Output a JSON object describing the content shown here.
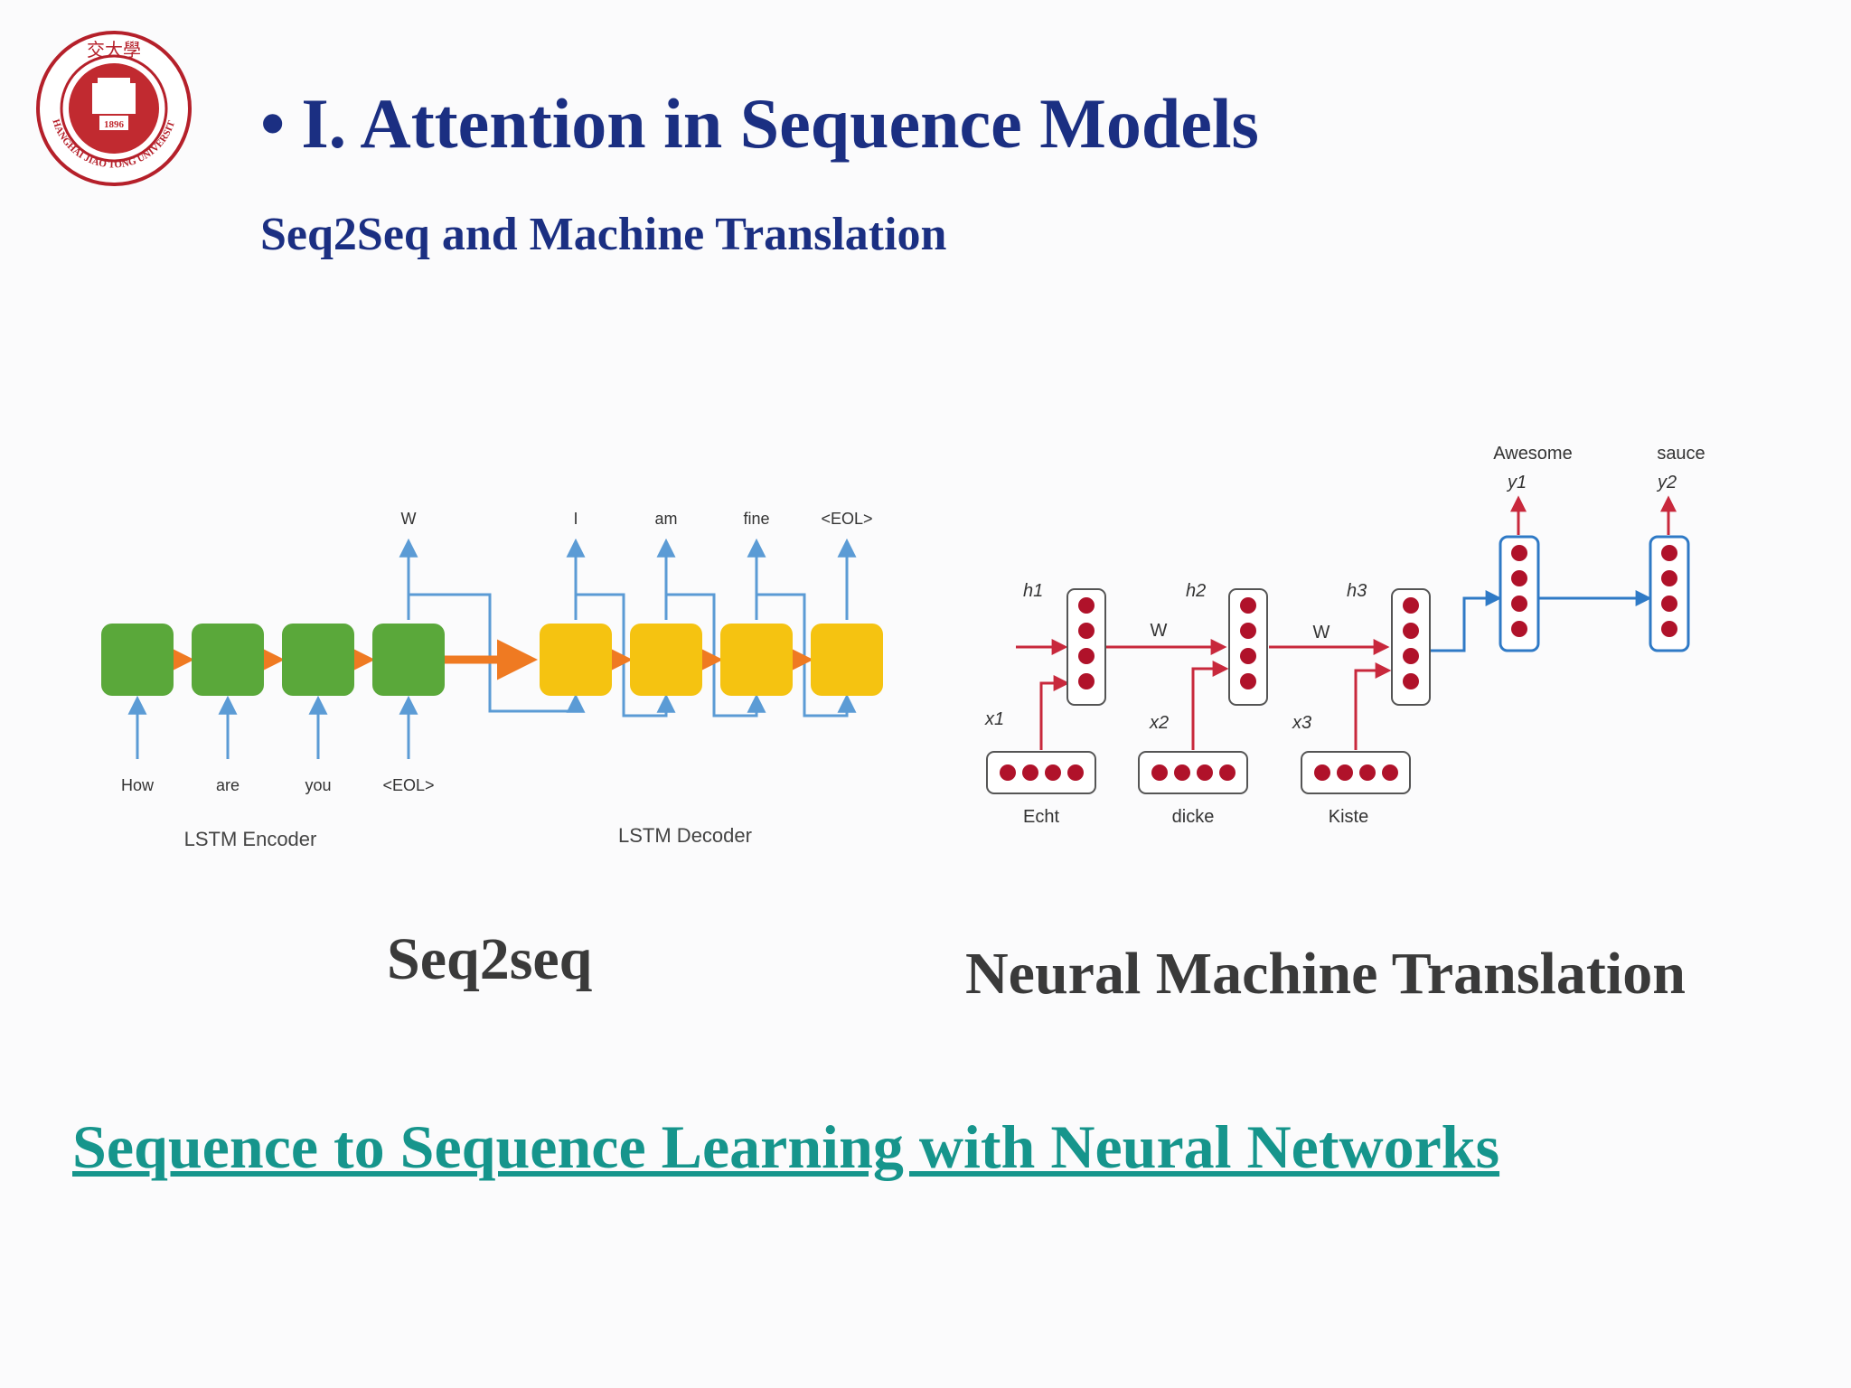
{
  "logo": {
    "ring_text": "SHANGHAI JIAO TONG UNIVERSITY",
    "chinese_text": "交大學",
    "year": "1896"
  },
  "slide": {
    "bullet": "•",
    "title": "I. Attention in Sequence Models",
    "subtitle": "Seq2Seq and Machine Translation"
  },
  "seq2seq": {
    "encoder_inputs": [
      "How",
      "are",
      "you",
      "<EOL>"
    ],
    "encoder_output": "W",
    "decoder_outputs": [
      "I",
      "am",
      "fine",
      "<EOL>"
    ],
    "encoder_label": "LSTM Encoder",
    "decoder_label": "LSTM Decoder",
    "caption": "Seq2seq",
    "colors": {
      "encoder": "#5aa83a",
      "decoder": "#f5c311",
      "arrow": "#ef7a22",
      "line": "#5b9bd5"
    }
  },
  "nmt": {
    "hidden_labels": [
      "h1",
      "h2",
      "h3"
    ],
    "input_labels": [
      "x1",
      "x2",
      "x3"
    ],
    "output_labels": [
      "y1",
      "y2"
    ],
    "weight_labels": [
      "W",
      "W"
    ],
    "source_words": [
      "Echt",
      "dicke",
      "Kiste"
    ],
    "target_words": [
      "Awesome",
      "sauce"
    ],
    "caption": "Neural Machine Translation",
    "colors": {
      "node": "#b0122a",
      "recurrent": "#c8283c",
      "output_line": "#2f7ac6"
    }
  },
  "reference": {
    "link_text": "Sequence to Sequence Learning with Neural Networks"
  }
}
